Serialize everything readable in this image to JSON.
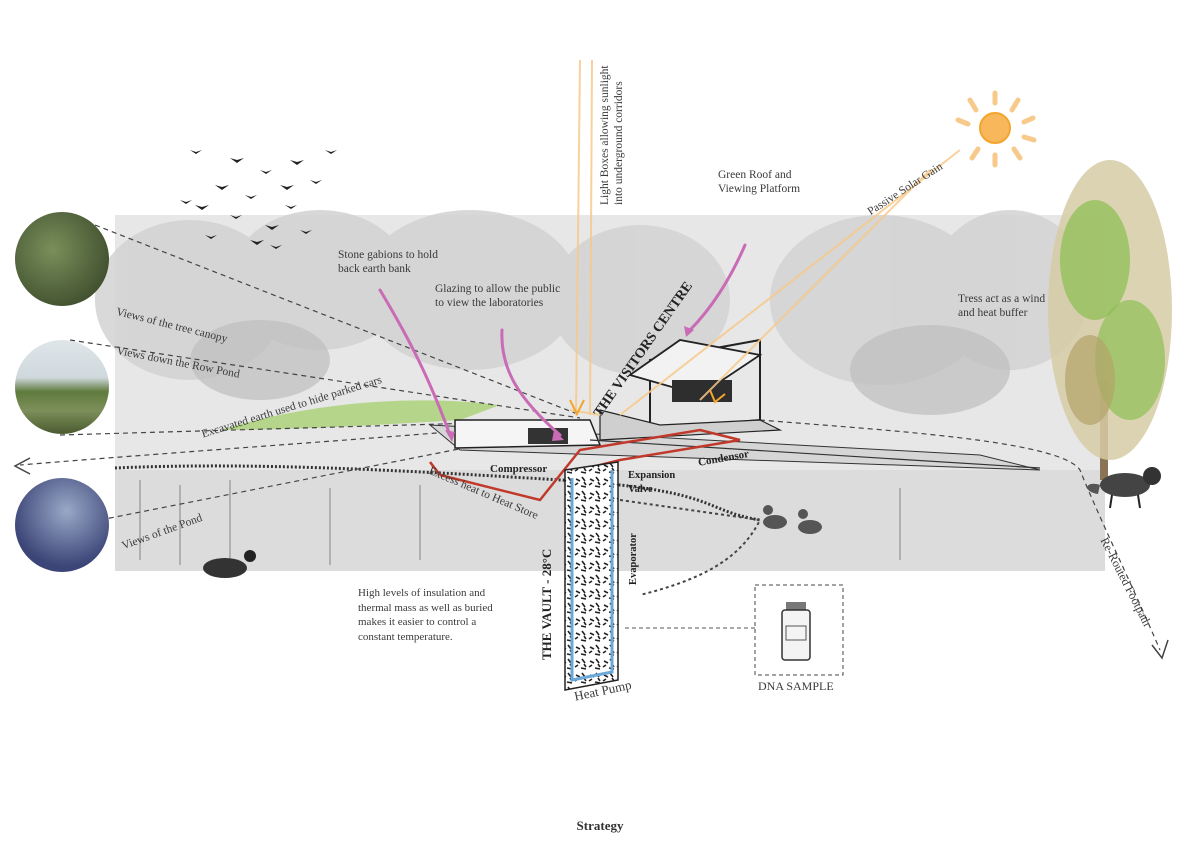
{
  "caption": "Strategy",
  "labels": {
    "light_boxes": "Light Boxes allowing sunlight into underground corridors",
    "light_boxes_line1": "Light Boxes allowing sunlight",
    "light_boxes_line2": "into underground corridors",
    "green_roof_line1": "Green Roof and",
    "green_roof_line2": "Viewing Platform",
    "passive_solar": "Passive Solar Gain",
    "stone_gabions_line1": "Stone gabions to hold",
    "stone_gabions_line2": "back earth bank",
    "glazing_line1": "Glazing to allow the public",
    "glazing_line2": "to view the laboratories",
    "trees_line1": "Tress act as a wind",
    "trees_line2": "and heat buffer",
    "views_canopy": "Views of the tree canopy",
    "views_row_pond": "Views down the Row Pond",
    "excavated_earth": "Excavated earth used to hide parked cars",
    "excess_heat": "Excess heat to Heat Store",
    "views_pond": "Views of the Pond",
    "visitors_centre": "THE VISITORS CENTRE",
    "compressor": "Compressor",
    "condensor": "Condensor",
    "expansion_line1": "Expansion",
    "expansion_line2": "Valve",
    "evaporator": "Evaporator",
    "vault": "THE VAULT - 28°C",
    "heat_pump": "Heat Pump",
    "insulation_line1": "High levels of insulation and",
    "insulation_line2": "thermal mass as well as buried",
    "insulation_line3": "makes it  easier to control a",
    "insulation_line4": "constant temperature.",
    "dna_sample": "DNA SAMPLE",
    "rerouted_footpath": "Re-Routed Footpath"
  },
  "colors": {
    "sun": "#f4a52c",
    "sun_rays": "#f7c98a",
    "pink_arrow": "#c96bb5",
    "red_pipe": "#c0392b",
    "blue_pipe": "#6aa8d8",
    "green_roof": "#8dc63f",
    "backdrop": "#e4e4e4"
  },
  "icons": [
    "sun-icon",
    "birds-icon",
    "fox-icon",
    "duck-icon",
    "moorhen-icon",
    "tree-icon",
    "dna-vial-icon"
  ]
}
